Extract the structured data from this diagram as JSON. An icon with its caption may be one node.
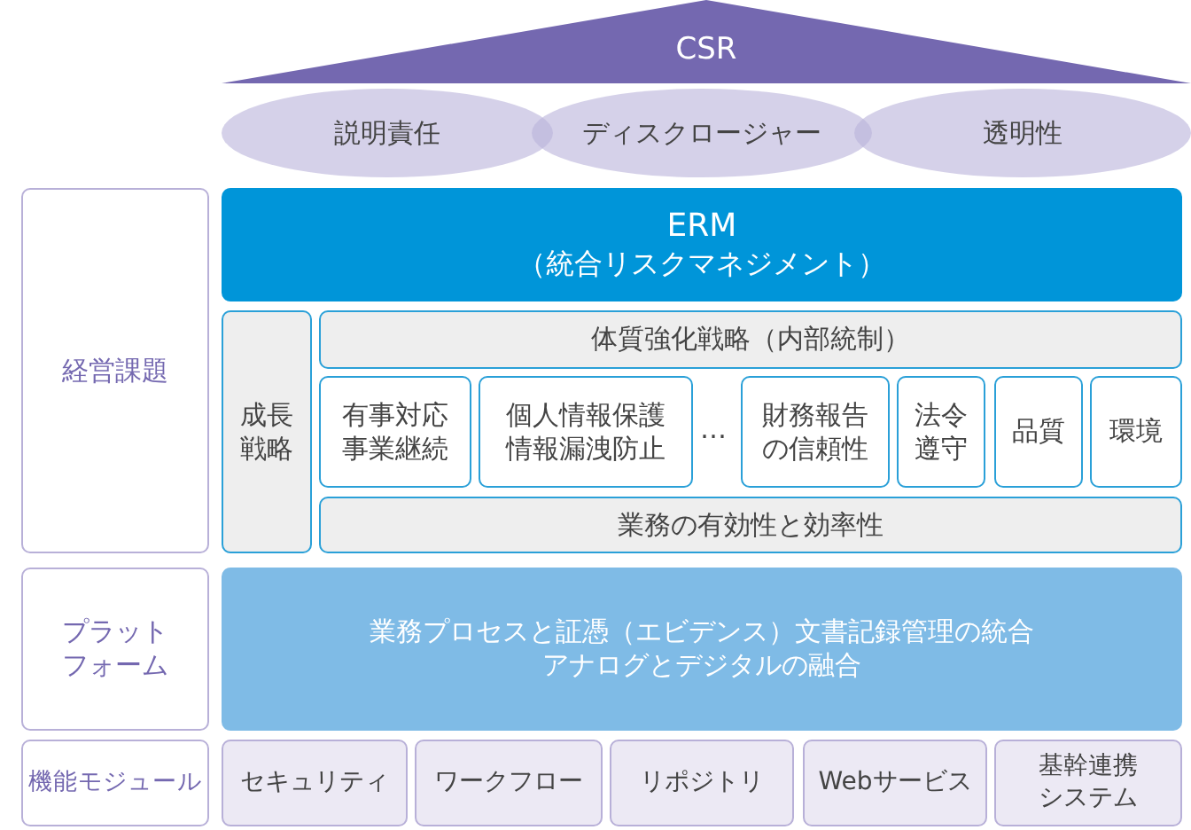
{
  "diagram": {
    "nodes": [
      {
        "text": [
          "CSR"
        ]
      },
      {
        "text": [
          "説明責任"
        ]
      },
      {
        "text": [
          "ディスクロージャー"
        ]
      },
      {
        "text": [
          "透明性"
        ]
      },
      {
        "text": [
          "経営課題"
        ]
      },
      {
        "text": [
          "ERM",
          "（統合リスクマネジメント）"
        ]
      },
      {
        "text": [
          "成長戦略"
        ]
      },
      {
        "text": [
          "体質強化戦略（内部統制）"
        ]
      },
      {
        "text": [
          "有事対応",
          "事業継続"
        ]
      },
      {
        "text": [
          "個人情報保護",
          "情報漏洩防止"
        ]
      },
      {
        "text": [
          "財務報告の信頼性"
        ]
      },
      {
        "text": [
          "法令遵守"
        ]
      },
      {
        "text": [
          "品質"
        ]
      },
      {
        "text": [
          "環境"
        ]
      },
      {
        "text": [
          "業務の有効性と効率性"
        ]
      },
      {
        "text": [
          "プラットフォーム"
        ]
      },
      {
        "text": [
          "業務プロセスと証憑（エビデンス）文書記録管理の統合",
          "アナログとデジタルの融合"
        ]
      },
      {
        "text": [
          "機能モジュール"
        ]
      },
      {
        "text": [
          "セキュリティ"
        ]
      },
      {
        "text": [
          "ワークフロー"
        ]
      },
      {
        "text": [
          "リポジトリ"
        ]
      },
      {
        "text": [
          "Webサービス"
        ]
      },
      {
        "text": [
          "基幹連携システム"
        ]
      }
    ],
    "labels": [
      "…"
    ]
  }
}
